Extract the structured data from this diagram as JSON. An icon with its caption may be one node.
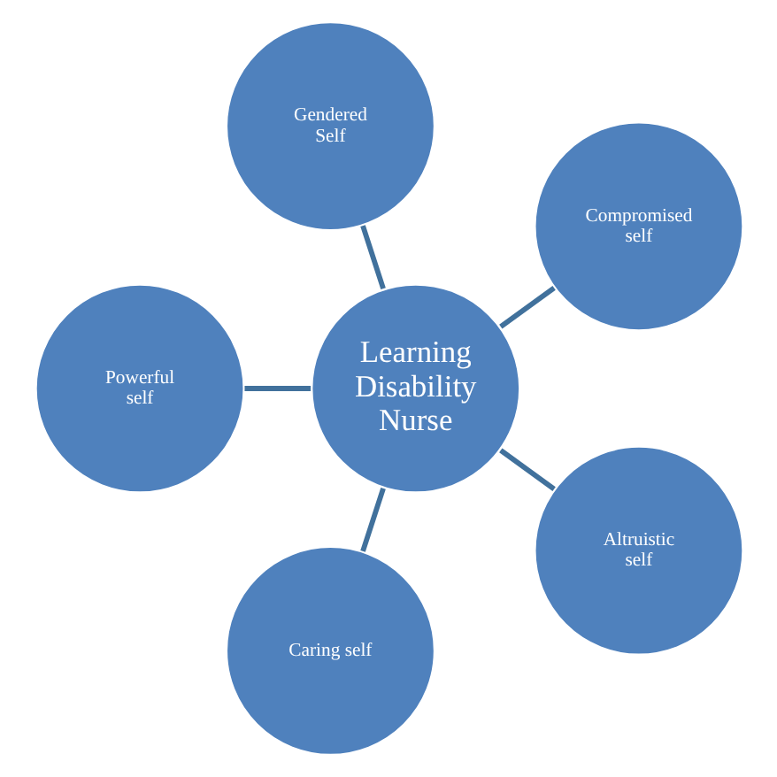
{
  "diagram": {
    "nodes": [
      {
        "text": [
          "Compromised self"
        ]
      },
      {
        "text": [
          "Gendered Self"
        ]
      },
      {
        "text": [
          "Learning Disability Nurse"
        ]
      },
      {
        "text": [
          "Powerful self"
        ]
      },
      {
        "text": [
          "Caring self"
        ]
      },
      {
        "text": [
          "Altruistic self"
        ]
      }
    ],
    "edges": [
      {
        "from": 2,
        "to": 0,
        "arrow": "none"
      },
      {
        "from": 2,
        "to": 3,
        "arrow": "none"
      },
      {
        "from": 2,
        "to": 5,
        "arrow": "none"
      },
      {
        "from": 2,
        "to": 4,
        "arrow": "none"
      },
      {
        "from": 2,
        "to": 1,
        "arrow": "none"
      }
    ]
  }
}
